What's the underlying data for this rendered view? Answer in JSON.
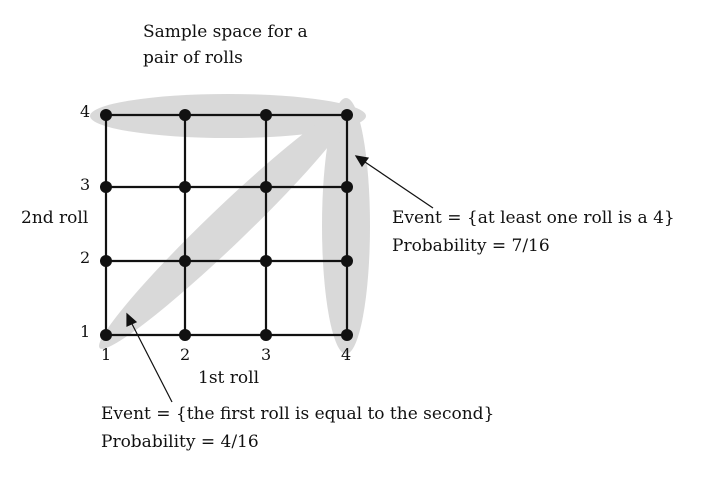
{
  "title": {
    "line1": "Sample space for a",
    "line2": "pair of rolls"
  },
  "axes": {
    "x_label": "1st roll",
    "y_label": "2nd roll",
    "x_ticks": [
      "1",
      "2",
      "3",
      "4"
    ],
    "y_ticks": [
      "1",
      "2",
      "3",
      "4"
    ]
  },
  "sample_space": {
    "first_roll_values": [
      1,
      2,
      3,
      4
    ],
    "second_roll_values": [
      1,
      2,
      3,
      4
    ],
    "outcome_count": 16
  },
  "event_at_least_one_four": {
    "event_text": "Event = {at least one roll is a 4}",
    "probability_text": "Probability = 7/16",
    "highlighted_outcomes": [
      [
        1,
        4
      ],
      [
        2,
        4
      ],
      [
        3,
        4
      ],
      [
        4,
        4
      ],
      [
        4,
        1
      ],
      [
        4,
        2
      ],
      [
        4,
        3
      ]
    ]
  },
  "event_equal_rolls": {
    "event_text": "Event = {the first roll is equal to the second}",
    "probability_text": "Probability = 4/16",
    "highlighted_outcomes": [
      [
        1,
        1
      ],
      [
        2,
        2
      ],
      [
        3,
        3
      ],
      [
        4,
        4
      ]
    ]
  },
  "colors": {
    "highlight": "#d9d9d9",
    "line": "#111111",
    "dot": "#111111",
    "background": "#ffffff"
  }
}
